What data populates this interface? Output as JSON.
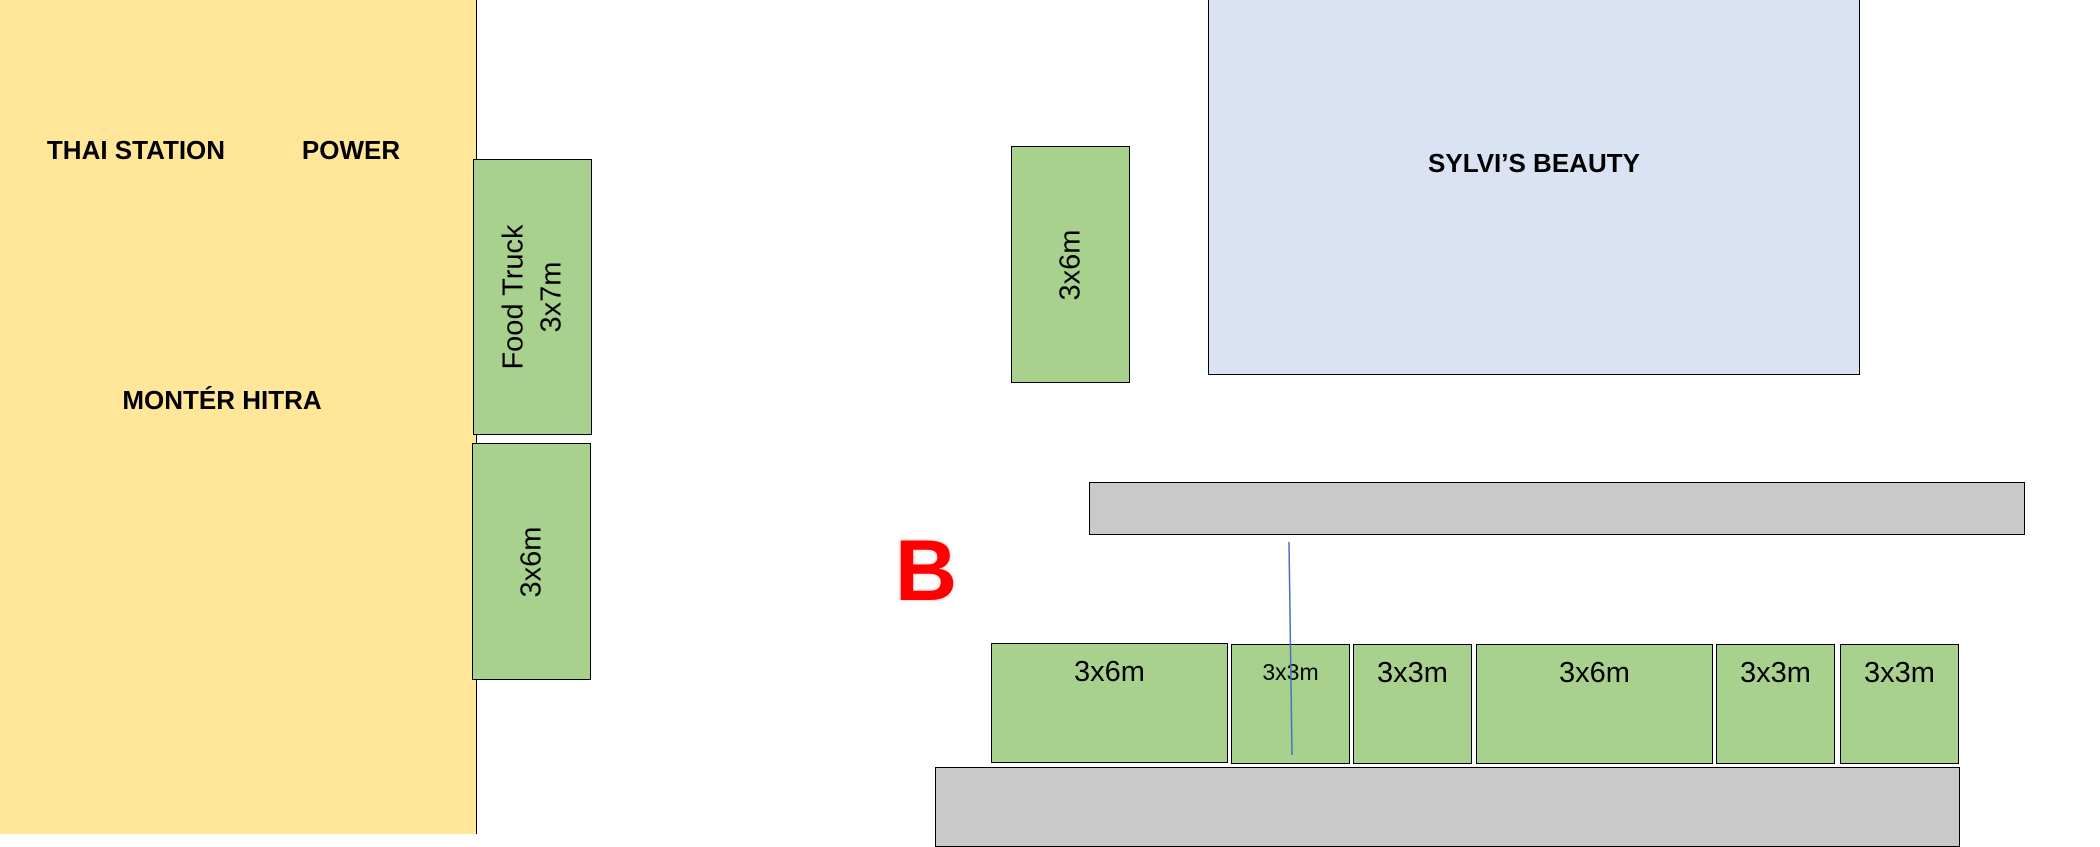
{
  "left_block": {
    "labels": [
      "THAI STATION",
      "POWER",
      "MONTÉR HITRA"
    ],
    "color": "#FFE699"
  },
  "salon": {
    "label": "SYLVI’S BEAUTY",
    "color": "#DAE3F3"
  },
  "food_truck": {
    "line1": "Food Truck",
    "line2": "3x7m"
  },
  "stalls": {
    "left_lower": "3x6m",
    "middle_vertical": "3x6m",
    "row": [
      "3x6m",
      "3x3m",
      "3x3m",
      "3x6m",
      "3x3m",
      "3x3m"
    ]
  },
  "zone_label": "B",
  "colors": {
    "stall_green": "#A9D18E",
    "walkway_grey": "#C9C9C9",
    "zone_red": "#FF0000",
    "line_blue": "#4472C4"
  }
}
